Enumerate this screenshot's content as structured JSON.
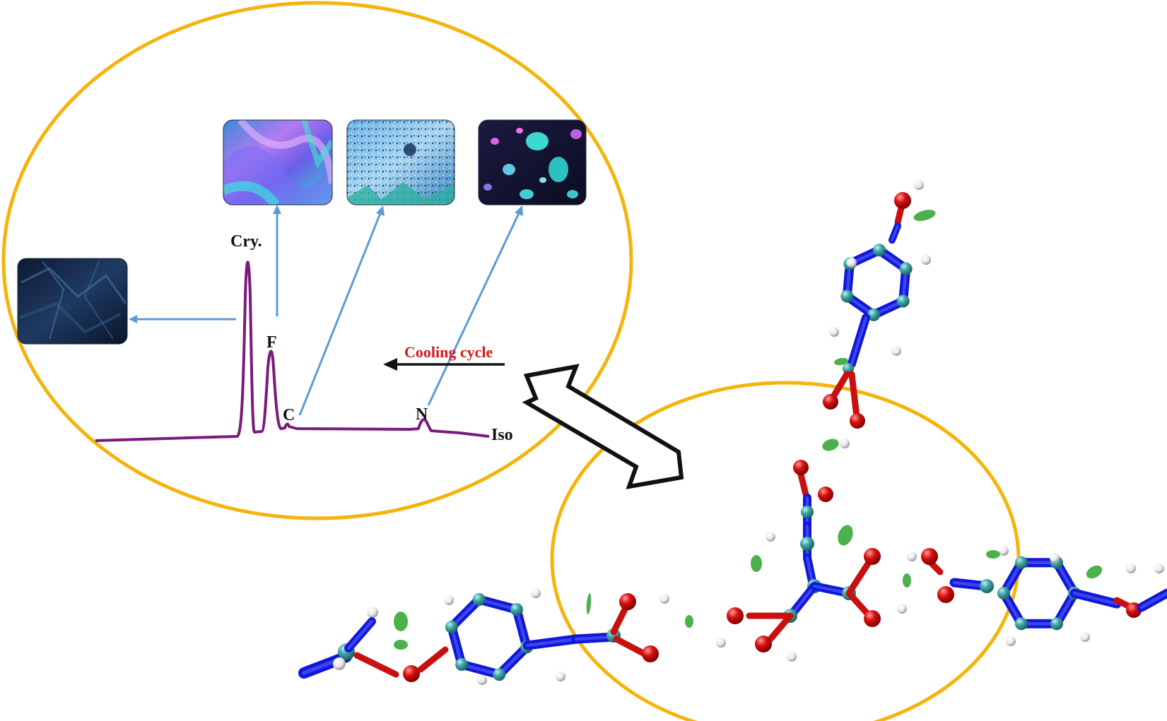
{
  "dsc": {
    "labels": {
      "cry": "Cry.",
      "f": "F",
      "c": "C",
      "n": "N",
      "iso": "Iso"
    },
    "cooling_label": "Cooling cycle",
    "trace_color": "#7a1a7e",
    "arrow_color": "#5b9bd5",
    "cooling_color": "#d11b1b"
  },
  "colors": {
    "ellipse": "#f5b40d",
    "carbon": "#3fa8a8",
    "nitrogen": "#1018d8",
    "oxygen": "#d81010",
    "hydrogen": "#f0f0f0",
    "interaction": "#38a838"
  },
  "micrographs": [
    {
      "name": "micrograph-crystal",
      "theme": "dark-blue"
    },
    {
      "name": "micrograph-f-phase",
      "theme": "purple-cyan"
    },
    {
      "name": "micrograph-c-phase",
      "theme": "speckled-blue"
    },
    {
      "name": "micrograph-nematic",
      "theme": "droplets"
    }
  ]
}
